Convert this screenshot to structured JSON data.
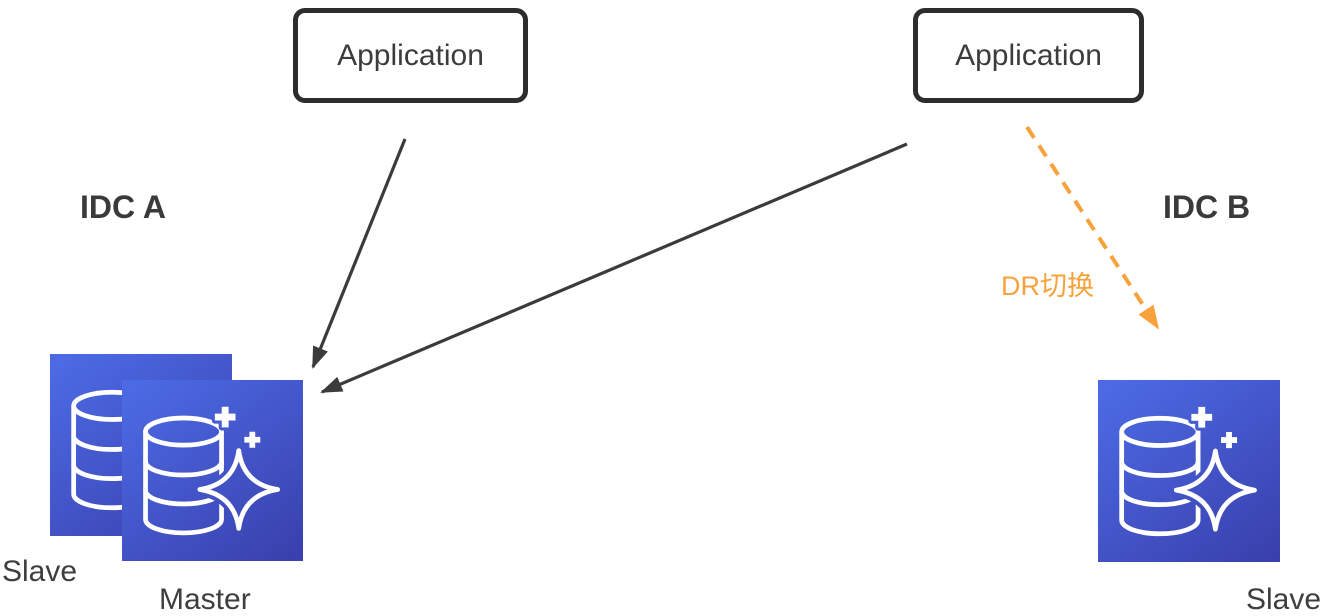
{
  "zones": {
    "idc_a": "IDC A",
    "idc_b": "IDC B"
  },
  "applications": {
    "left": "Application",
    "right": "Application"
  },
  "databases": {
    "slave_a": "Slave",
    "master": "Master",
    "slave_b": "Slave"
  },
  "connections": [
    {
      "from": "application-left",
      "to": "master",
      "style": "solid",
      "label": ""
    },
    {
      "from": "application-right",
      "to": "master",
      "style": "solid",
      "label": ""
    },
    {
      "from": "application-right",
      "to": "slave-b",
      "style": "dashed",
      "label": "DR切换"
    }
  ],
  "icons": {
    "database": "database-sparkle-icon"
  },
  "colors": {
    "arrow_black": "#3b3b3b",
    "arrow_orange": "#F9A23C",
    "icon_gradient_start": "#4C6AE4",
    "icon_gradient_end": "#3A41AE",
    "box_border": "#2d2d2d",
    "text": "#3e3e3e"
  }
}
